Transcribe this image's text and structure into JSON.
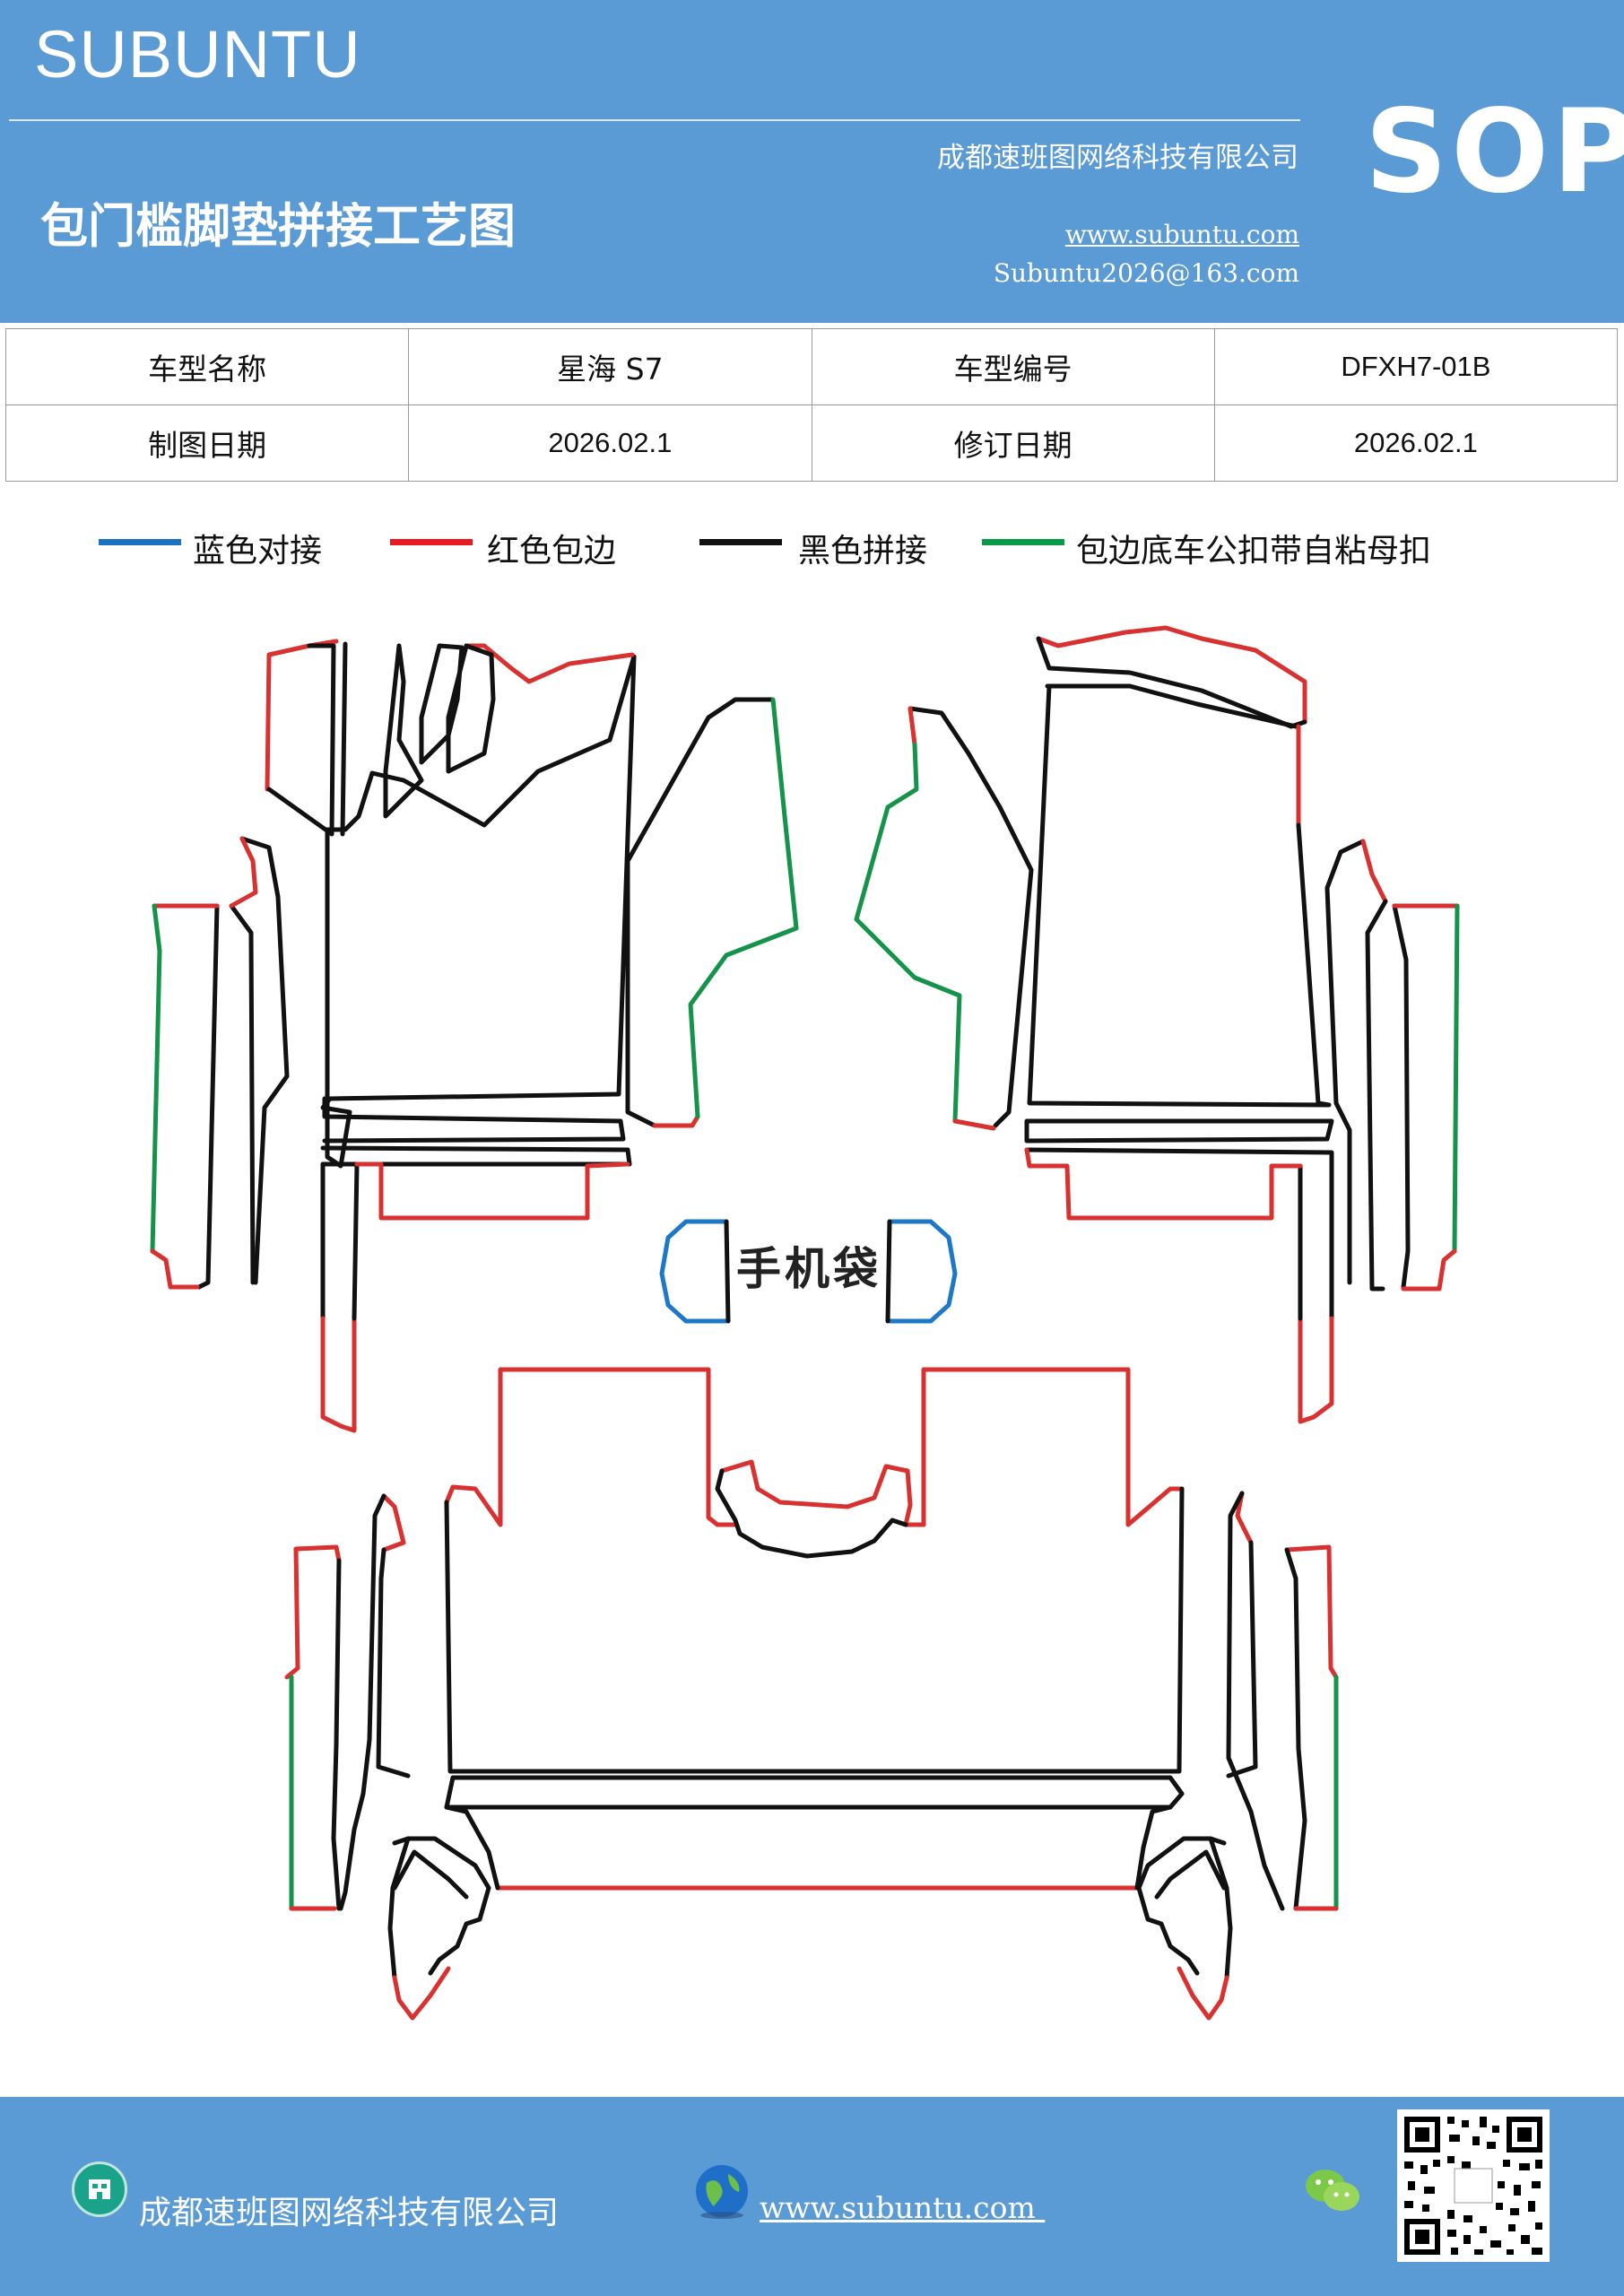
{
  "header": {
    "brand": "SUBUNTU",
    "company": "成都速班图网络科技有限公司",
    "title": "包门槛脚垫拼接工艺图",
    "website": "www.subuntu.com",
    "email": "Subuntu2026@163.com",
    "badge": "SOP"
  },
  "info_table": {
    "model_name_label": "车型名称",
    "model_name_value": "星海 S7",
    "model_code_label": "车型编号",
    "model_code_value": "DFXH7-01B",
    "draw_date_label": "制图日期",
    "draw_date_value": "2026.02.1",
    "revise_date_label": "修订日期",
    "revise_date_value": "2026.02.1"
  },
  "legend": [
    {
      "label": "蓝色对接",
      "color": "#1a72c0"
    },
    {
      "label": "红色包边",
      "color": "#e8191f"
    },
    {
      "label": "黑色拼接",
      "color": "#111111"
    },
    {
      "label": "包边底车公扣带自粘母扣",
      "color": "#0a9a48"
    }
  ],
  "diagram": {
    "phone_bag_label": "手机袋",
    "colors": {
      "black": "#111111",
      "red": "#d93030",
      "green": "#15934a",
      "blue": "#1e78c8"
    }
  },
  "footer": {
    "company": "成都速班图网络科技有限公司",
    "website": "www.subuntu.com ",
    "icons": [
      "building-icon",
      "globe-icon",
      "wechat-icon",
      "qr-code"
    ]
  }
}
